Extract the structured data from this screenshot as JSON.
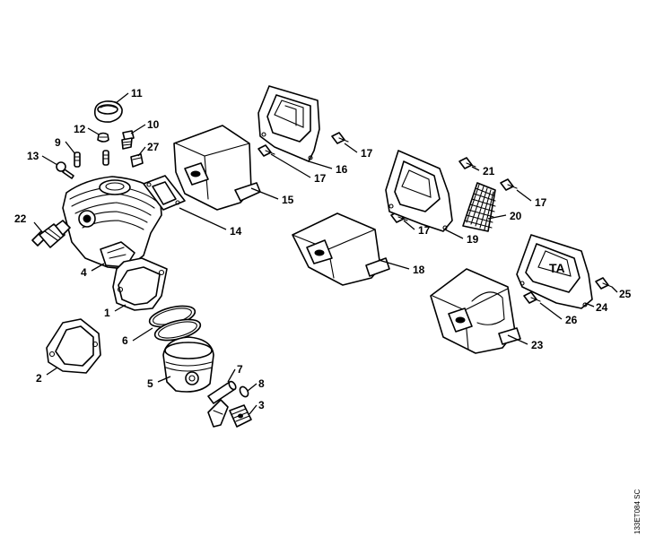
{
  "diagram": {
    "reference_code": "133ET084 SC",
    "ta_marking": "TA",
    "callouts": {
      "c1": "1",
      "c2": "2",
      "c3": "3",
      "c4": "4",
      "c5": "5",
      "c6": "6",
      "c7": "7",
      "c8": "8",
      "c9": "9",
      "c10": "10",
      "c11": "11",
      "c12": "12",
      "c13": "13",
      "c14": "14",
      "c15": "15",
      "c16": "16",
      "c17a": "17",
      "c17b": "17",
      "c17c": "17",
      "c17d": "17",
      "c18": "18",
      "c19": "19",
      "c20": "20",
      "c21": "21",
      "c22": "22",
      "c23": "23",
      "c24": "24",
      "c25": "25",
      "c26": "26",
      "c27": "27"
    }
  }
}
